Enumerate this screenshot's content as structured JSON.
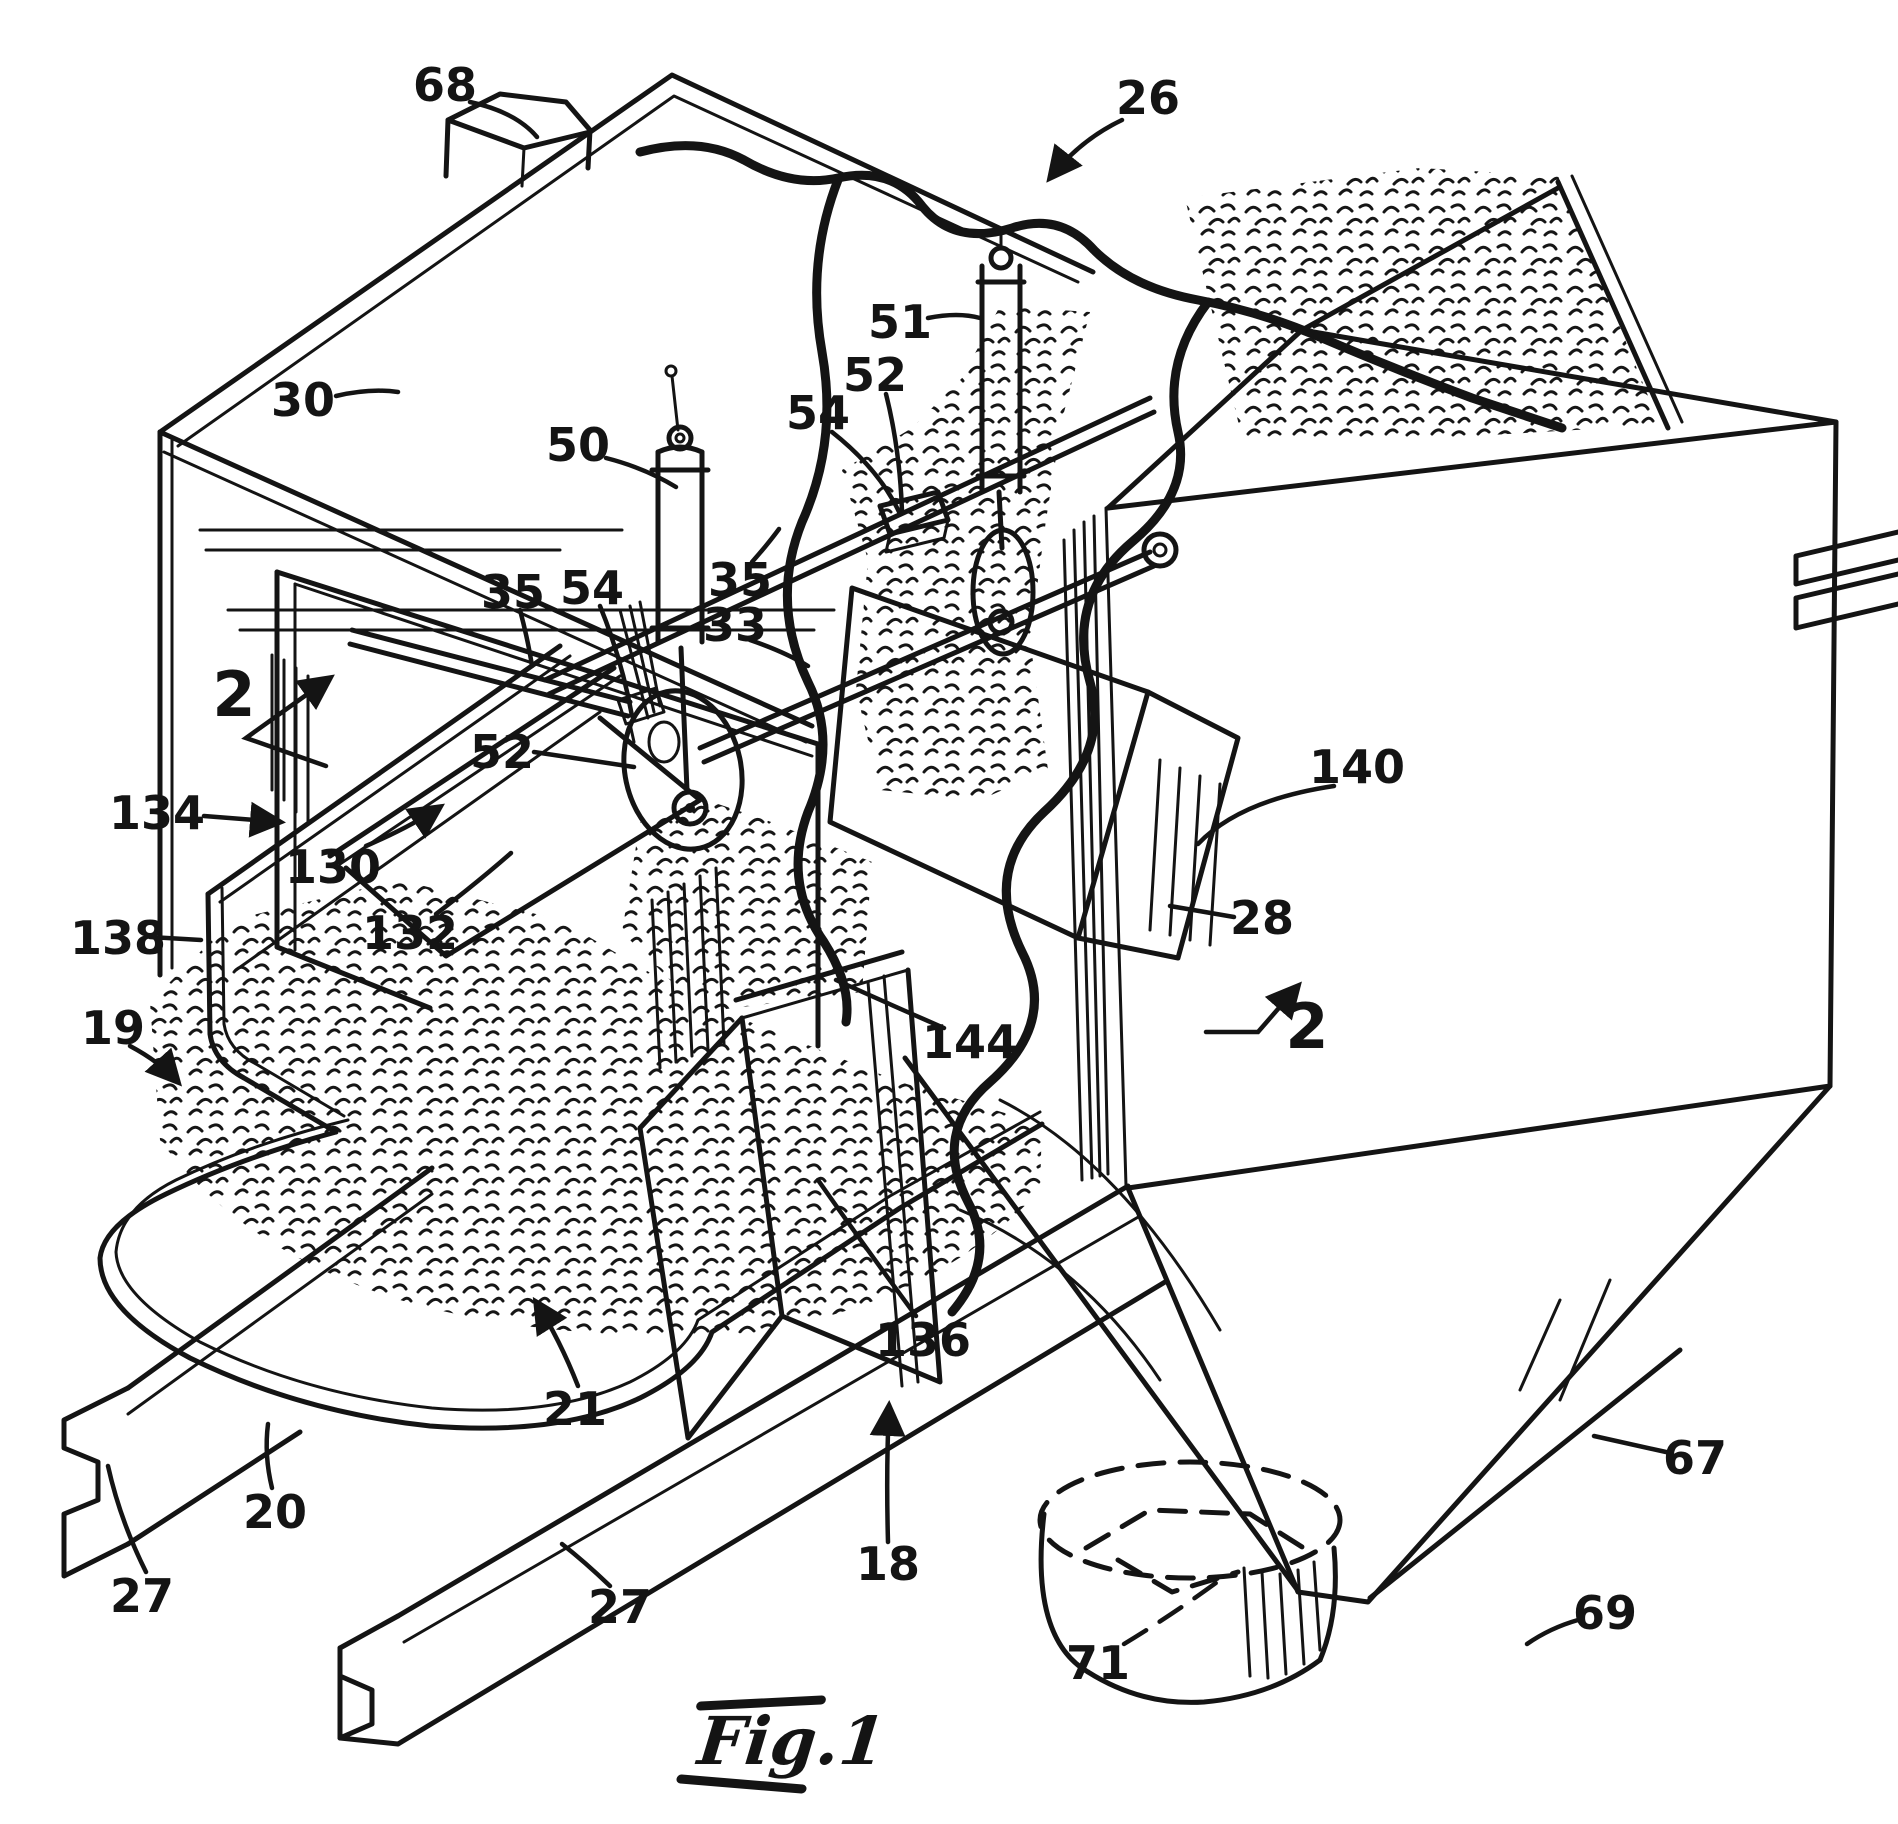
{
  "figure": {
    "caption": "Fig.1",
    "type": "patent isometric line drawing",
    "ink_color": "#141414",
    "paper_color": "#ffffff"
  },
  "section_marks": [
    "2",
    "2"
  ],
  "part_numbers": [
    "68",
    "26",
    "30",
    "51",
    "52",
    "54",
    "50",
    "35",
    "33",
    "35",
    "54",
    "52",
    "134",
    "130",
    "132",
    "138",
    "19",
    "140",
    "28",
    "144",
    "136",
    "21",
    "20",
    "27",
    "27",
    "18",
    "67",
    "69",
    "71"
  ]
}
